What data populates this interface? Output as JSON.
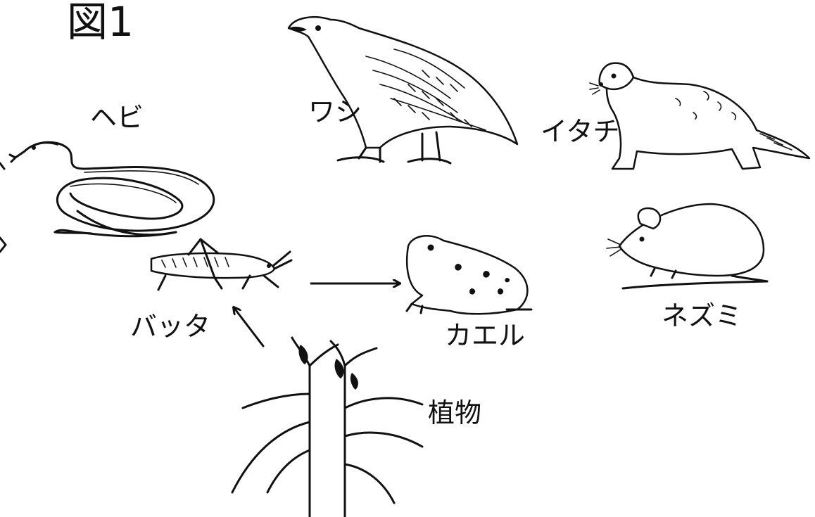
{
  "figure": {
    "title": "図1"
  },
  "organisms": {
    "eagle": "ワシ",
    "weasel": "イタチ",
    "snake": "ヘビ",
    "grasshopper": "バッタ",
    "frog": "カエル",
    "mouse": "ネズミ",
    "plant": "植物"
  },
  "arrows": [
    {
      "from": "grasshopper",
      "to": "frog"
    },
    {
      "from": "plant",
      "to": "grasshopper"
    }
  ]
}
